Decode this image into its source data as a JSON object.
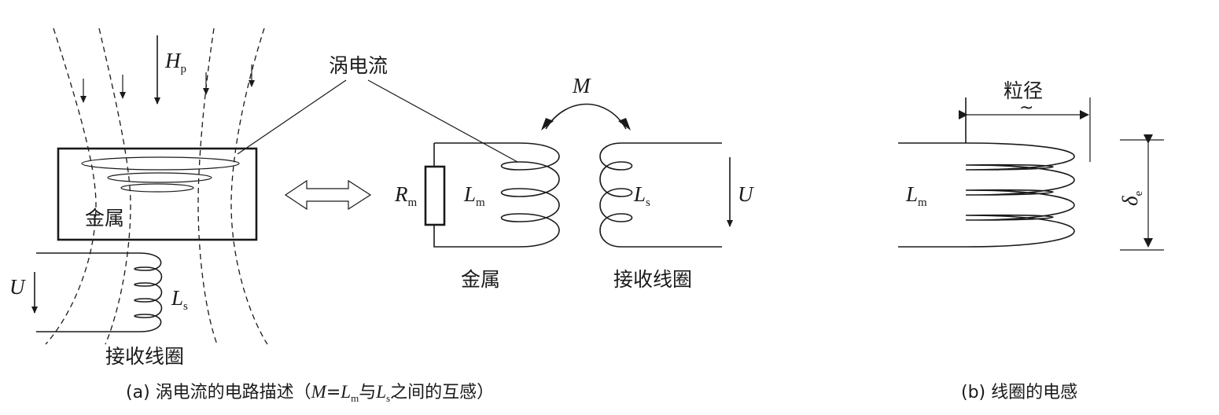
{
  "labels": {
    "eddy_current": "涡电流",
    "metal_left": "金属",
    "receiver_left": "接收线圈",
    "metal_mid": "金属",
    "receiver_mid": "接收线圈",
    "grain_size": "粒径",
    "tilde": "~"
  },
  "symbols": {
    "Hp": {
      "main": "H",
      "sub": "p"
    },
    "U_left": {
      "main": "U"
    },
    "Ls_left": {
      "main": "L",
      "sub": "s"
    },
    "Rm": {
      "main": "R",
      "sub": "m"
    },
    "Lm_mid": {
      "main": "L",
      "sub": "m"
    },
    "M": {
      "main": "M"
    },
    "Ls_mid": {
      "main": "L",
      "sub": "s"
    },
    "U_right": {
      "main": "U"
    },
    "Lm_b": {
      "main": "L",
      "sub": "m"
    },
    "delta": {
      "main": "δ",
      "sub": "e"
    }
  },
  "captions": {
    "a": {
      "prefix": "(a) 涡电流的电路描述（",
      "M": "M",
      "eq": "=",
      "L1": "L",
      "L1_sub": "m",
      "mid": "与",
      "L2": "L",
      "L2_sub": "s",
      "suffix": "之间的互感）"
    },
    "b": "(b) 线圈的电感"
  }
}
